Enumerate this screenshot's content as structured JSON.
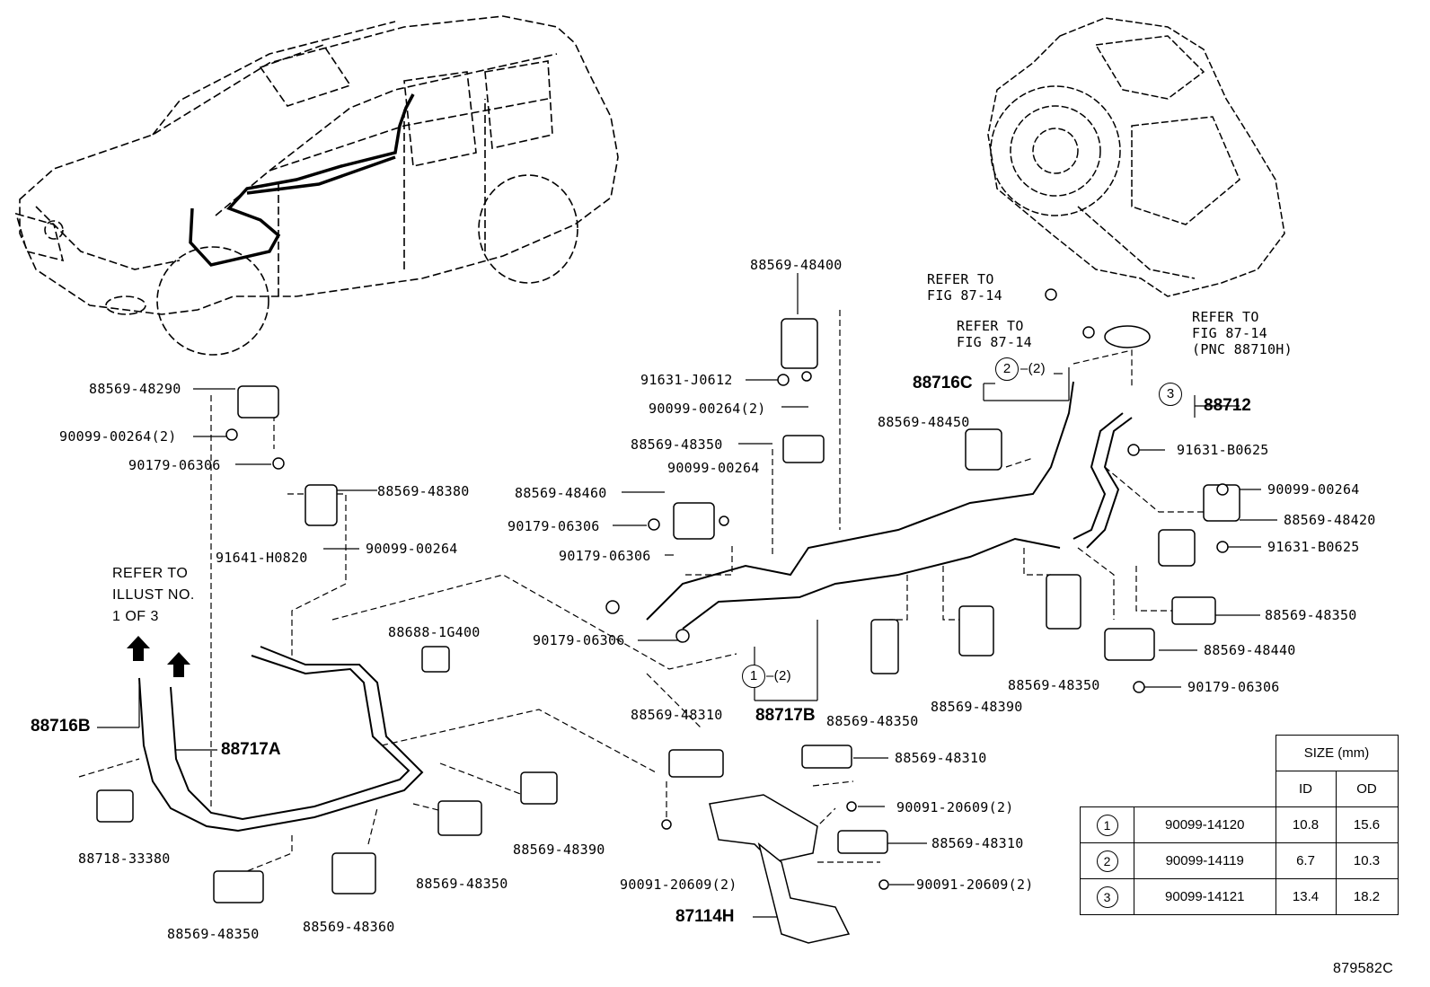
{
  "labels": {
    "p88569_48400": "88569-48400",
    "p91631_J0612": "91631-J0612",
    "p90099_00264_2a": "90099-00264(2)",
    "p88569_48290": "88569-48290",
    "p90099_00264_2b": "90099-00264(2)",
    "p90179_06306_a": "90179-06306",
    "p88569_48380": "88569-48380",
    "p91641_H0820": "91641-H0820",
    "p90099_00264_a": "90099-00264",
    "p88688_1G400": "88688-1G400",
    "p88716B": "88716B",
    "p88717A": "88717A",
    "p88718_33380": "88718-33380",
    "p88569_48350_a": "88569-48350",
    "p88569_48360": "88569-48360",
    "p88569_48350_b": "88569-48350",
    "p88569_48390_a": "88569-48390",
    "p88569_48350_c": "88569-48350",
    "p88569_48460": "88569-48460",
    "p90179_06306_b": "90179-06306",
    "p90179_06306_c": "90179-06306",
    "p90179_06306_d": "90179-06306",
    "p90099_00264_b": "90099-00264",
    "p88569_48310_a": "88569-48310",
    "p88717B": "88717B",
    "p88569_48350_d": "88569-48350",
    "p88569_48390_b": "88569-48390",
    "p88569_48350_e": "88569-48350",
    "p88569_48310_b": "88569-48310",
    "p90091_20609_a": "90091-20609(2)",
    "p88569_48310_c": "88569-48310",
    "p90091_20609_b": "90091-20609(2)",
    "p90091_20609_c": "90091-20609(2)",
    "p87114H": "87114H",
    "p88716C": "88716C",
    "p88569_48450": "88569-48450",
    "p88712": "88712",
    "p91631_B0625_a": "91631-B0625",
    "p90099_00264_c": "90099-00264",
    "p88569_48420": "88569-48420",
    "p91631_B0625_b": "91631-B0625",
    "p88569_48350_f": "88569-48350",
    "p88569_48440": "88569-48440",
    "p90179_06306_e": "90179-06306",
    "qty2_a": "(2)",
    "qty2_b": "(2)"
  },
  "refer_notes": {
    "refer_a_line1": "REFER TO",
    "refer_a_line2": "FIG 87-14",
    "refer_b_line1": "REFER TO",
    "refer_b_line2": "FIG 87-14",
    "refer_c_line1": "REFER TO",
    "refer_c_line2": "FIG 87-14",
    "refer_c_line3": "(PNC 88710H)",
    "illust_line1": "REFER  TO",
    "illust_line2": "ILLUST NO.",
    "illust_line3": "1 OF 3"
  },
  "callouts": {
    "c1": "1",
    "c2": "2",
    "c3": "3"
  },
  "size_table": {
    "title": "SIZE (mm)",
    "col_id": "ID",
    "col_od": "OD",
    "rows": [
      {
        "ref": "1",
        "part": "90099-14120",
        "id": "10.8",
        "od": "15.6"
      },
      {
        "ref": "2",
        "part": "90099-14119",
        "id": "6.7",
        "od": "10.3"
      },
      {
        "ref": "3",
        "part": "90099-14121",
        "id": "13.4",
        "od": "18.2"
      }
    ]
  },
  "figure_code": "879582C"
}
